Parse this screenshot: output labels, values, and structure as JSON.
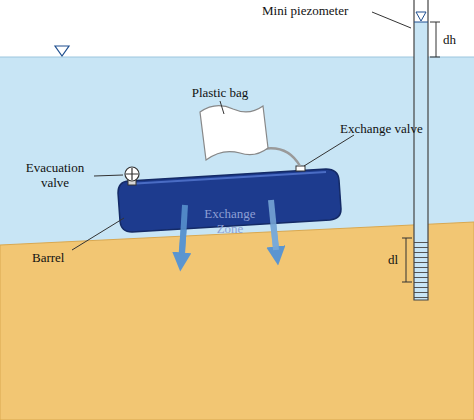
{
  "diagram": {
    "labels": [
      "Mini piezometer",
      "dh",
      "Plastic bag",
      "Exchange valve",
      "Evacuation valve",
      "Barrel",
      "Exchange Zone",
      "dl"
    ]
  }
}
